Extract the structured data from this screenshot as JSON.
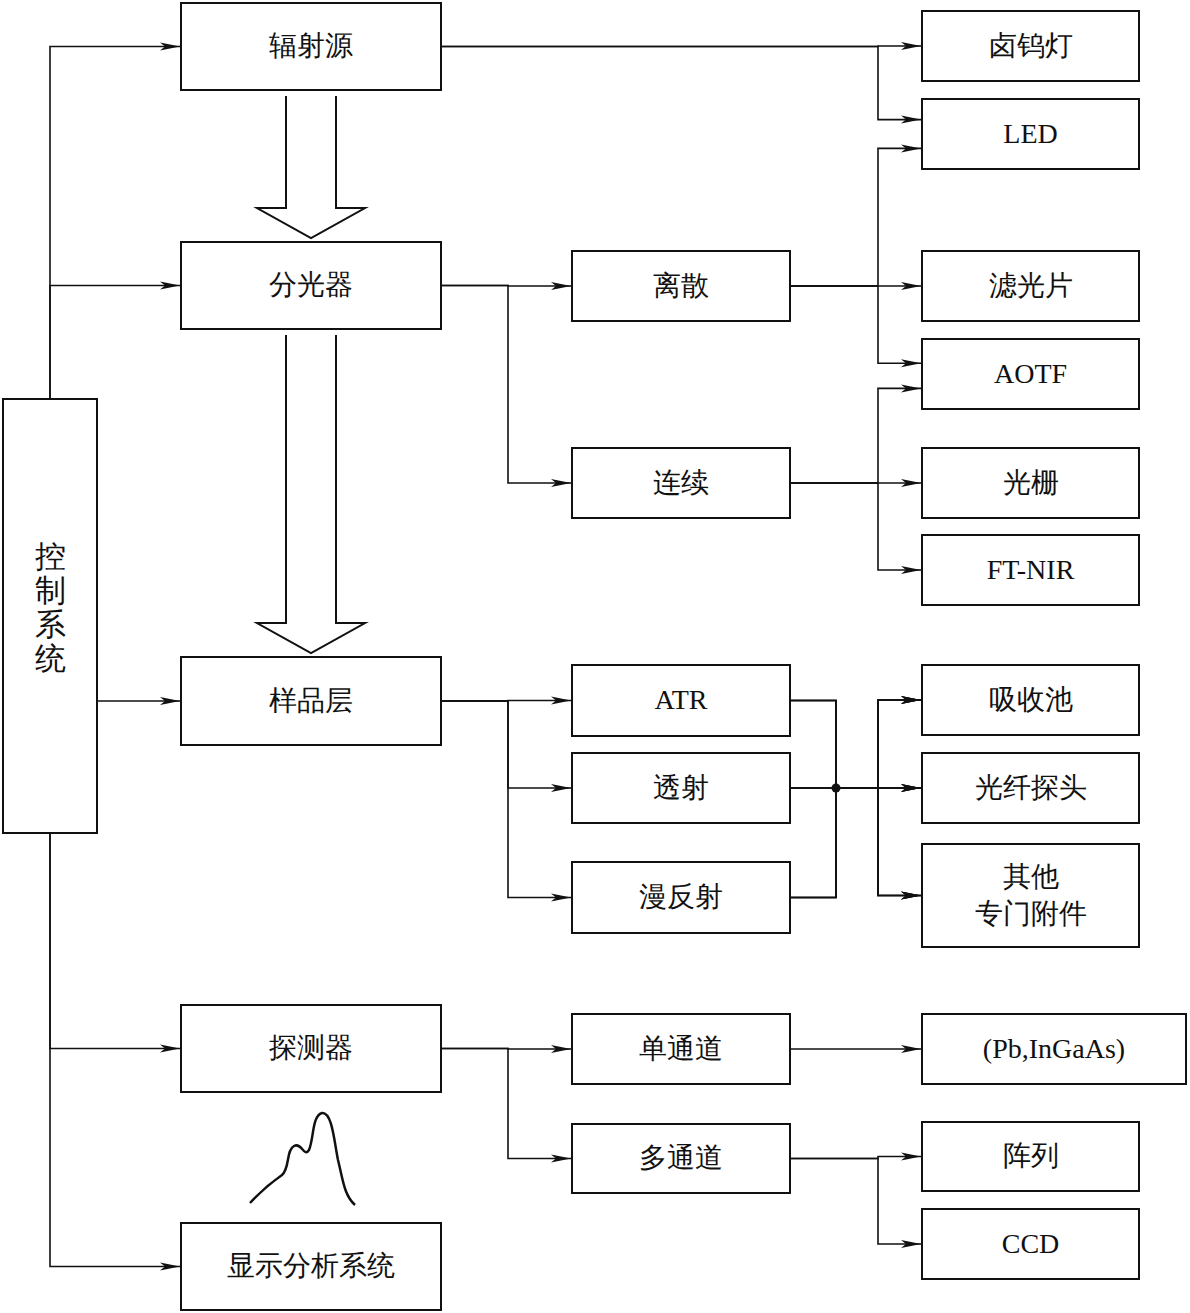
{
  "diagram": {
    "nodes": [
      {
        "text": [
          "控制系统"
        ]
      },
      {
        "text": [
          "辐射源"
        ]
      },
      {
        "text": [
          "分光器"
        ]
      },
      {
        "text": [
          "样品层"
        ]
      },
      {
        "text": [
          "探测器"
        ]
      },
      {
        "text": [
          "显示分析系统"
        ]
      },
      {
        "text": [
          "离散"
        ]
      },
      {
        "text": [
          "连续"
        ]
      },
      {
        "text": [
          "ATR"
        ]
      },
      {
        "text": [
          "透射"
        ]
      },
      {
        "text": [
          "漫反射"
        ]
      },
      {
        "text": [
          "单通道"
        ]
      },
      {
        "text": [
          "多通道"
        ]
      },
      {
        "text": [
          "卤钨灯"
        ]
      },
      {
        "text": [
          "LED"
        ]
      },
      {
        "text": [
          "滤光片"
        ]
      },
      {
        "text": [
          "AOTF"
        ]
      },
      {
        "text": [
          "光栅"
        ]
      },
      {
        "text": [
          "FT-NIR"
        ]
      },
      {
        "text": [
          "吸收池"
        ]
      },
      {
        "text": [
          "光纤探头"
        ]
      },
      {
        "text": [
          "其他 专门附件"
        ]
      },
      {
        "text": [
          "(Pb,InGaAs)"
        ]
      },
      {
        "text": [
          "阵列"
        ]
      },
      {
        "text": [
          "CCD"
        ]
      }
    ],
    "edges": [
      {
        "from": 0,
        "to": 1,
        "arrow": "to"
      },
      {
        "from": 0,
        "to": 2,
        "arrow": "to"
      },
      {
        "from": 0,
        "to": 3,
        "arrow": "to"
      },
      {
        "from": 0,
        "to": 4,
        "arrow": "to"
      },
      {
        "from": 0,
        "to": 5,
        "arrow": "to"
      },
      {
        "from": 1,
        "to": 2,
        "arrow": "to"
      },
      {
        "from": 2,
        "to": 3,
        "arrow": "to"
      },
      {
        "from": 1,
        "to": 13,
        "arrow": "to"
      },
      {
        "from": 1,
        "to": 14,
        "arrow": "to"
      },
      {
        "from": 2,
        "to": 6,
        "arrow": "to"
      },
      {
        "from": 2,
        "to": 7,
        "arrow": "to"
      },
      {
        "from": 6,
        "to": 14,
        "arrow": "to"
      },
      {
        "from": 6,
        "to": 15,
        "arrow": "to"
      },
      {
        "from": 6,
        "to": 16,
        "arrow": "to"
      },
      {
        "from": 7,
        "to": 16,
        "arrow": "to"
      },
      {
        "from": 7,
        "to": 17,
        "arrow": "to"
      },
      {
        "from": 7,
        "to": 18,
        "arrow": "to"
      },
      {
        "from": 3,
        "to": 8,
        "arrow": "to"
      },
      {
        "from": 3,
        "to": 9,
        "arrow": "to"
      },
      {
        "from": 3,
        "to": 10,
        "arrow": "to"
      },
      {
        "from": 8,
        "to": 19,
        "arrow": "to"
      },
      {
        "from": 8,
        "to": 20,
        "arrow": "to"
      },
      {
        "from": 8,
        "to": 21,
        "arrow": "to"
      },
      {
        "from": 9,
        "to": 19,
        "arrow": "to"
      },
      {
        "from": 9,
        "to": 20,
        "arrow": "to"
      },
      {
        "from": 9,
        "to": 21,
        "arrow": "to"
      },
      {
        "from": 10,
        "to": 19,
        "arrow": "to"
      },
      {
        "from": 10,
        "to": 20,
        "arrow": "to"
      },
      {
        "from": 10,
        "to": 21,
        "arrow": "to"
      },
      {
        "from": 4,
        "to": 11,
        "arrow": "to"
      },
      {
        "from": 4,
        "to": 12,
        "arrow": "to"
      },
      {
        "from": 11,
        "to": 22,
        "arrow": "to"
      },
      {
        "from": 12,
        "to": 23,
        "arrow": "to"
      },
      {
        "from": 12,
        "to": 24,
        "arrow": "to"
      }
    ]
  }
}
